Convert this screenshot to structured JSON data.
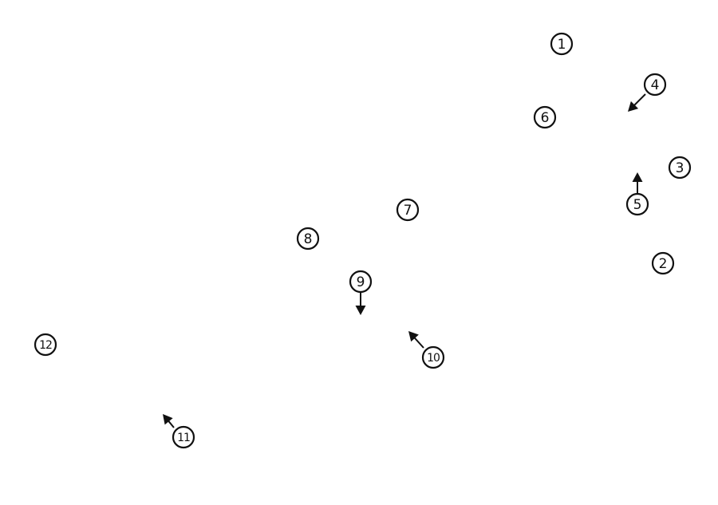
{
  "markers": [
    {
      "label": "1"
    },
    {
      "label": "2"
    },
    {
      "label": "3"
    },
    {
      "label": "4",
      "arrow": "down-left"
    },
    {
      "label": "5",
      "arrow": "up"
    },
    {
      "label": "6"
    },
    {
      "label": "7"
    },
    {
      "label": "8"
    },
    {
      "label": "9",
      "arrow": "down"
    },
    {
      "label": "10",
      "arrow": "up-left"
    },
    {
      "label": "11",
      "arrow": "up-left"
    },
    {
      "label": "12"
    }
  ],
  "colors": {
    "background": "#ffffff",
    "ink": "#111111"
  }
}
